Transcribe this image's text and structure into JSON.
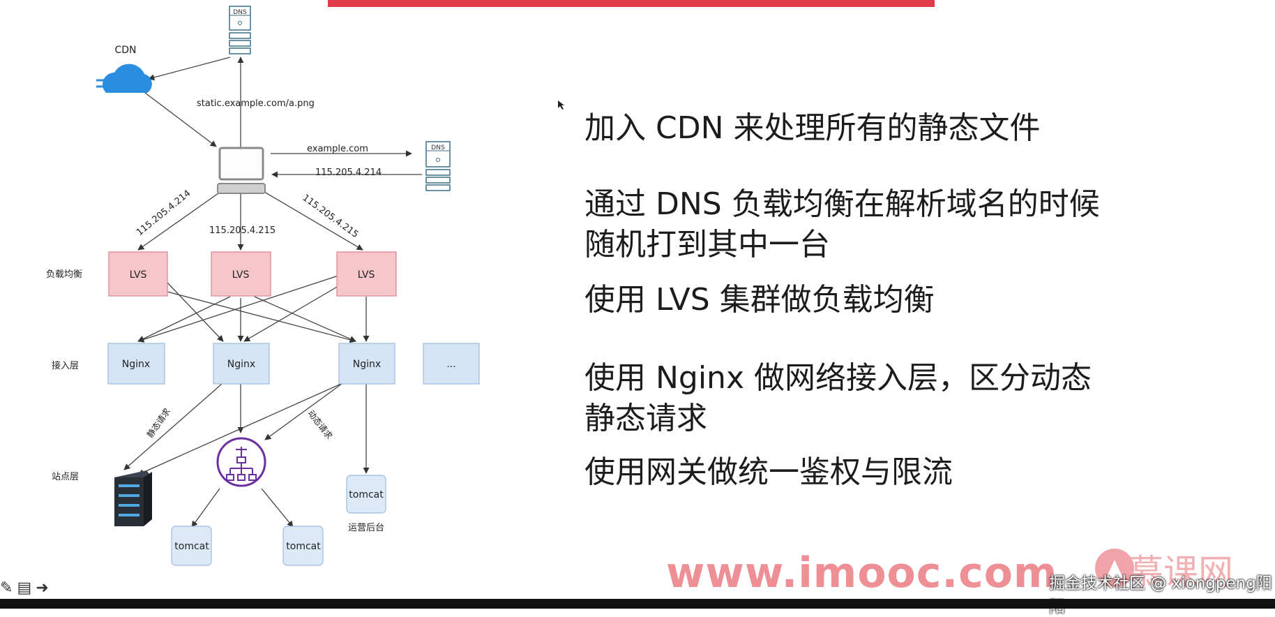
{
  "bullets": [
    [
      "加入 CDN 来处理所有的静态文件"
    ],
    [
      "通过 DNS  负载均衡在解析域名的时候",
      "随机打到其中一台"
    ],
    [
      "使用 LVS 集群做负载均衡"
    ],
    [
      "使用 Nginx 做网络接入层，区分动态",
      "静态请求"
    ],
    [
      "使用网关做统一鉴权与限流"
    ]
  ],
  "diagram": {
    "dns_label": "DNS",
    "cdn_label": "CDN",
    "static_url": "static.example.com/a.png",
    "domain": "example.com",
    "resolved_ip": "115.205.4.214",
    "edge_ips": [
      "115.205.4.214",
      "115.205.4.215",
      "115.205.4.215"
    ],
    "layer_labels": {
      "lb": "负载均衡",
      "access": "接入层",
      "site": "站点层"
    },
    "lvs_label": "LVS",
    "nginx_label": "Nginx",
    "ellipsis": "...",
    "tomcat_label": "tomcat",
    "static_req": "静态请求",
    "dynamic_req": "动态请求",
    "ops_backend": "运营后台"
  },
  "watermark": {
    "url": "www.imooc.com",
    "brand": "慕课网",
    "credit": "掘金技术社区 @ xiongpeng阳阳"
  },
  "colors": {
    "lvs_fill": "#f6c6cb",
    "lvs_stroke": "#d9848c",
    "nginx_fill": "#d5e5f6",
    "nginx_stroke": "#9bbadb",
    "tomcat_fill": "#dceaf8",
    "gateway": "#6b2fa0",
    "cdn": "#2b8de0",
    "server": "#2a2e36",
    "title": "#e03b4b"
  }
}
